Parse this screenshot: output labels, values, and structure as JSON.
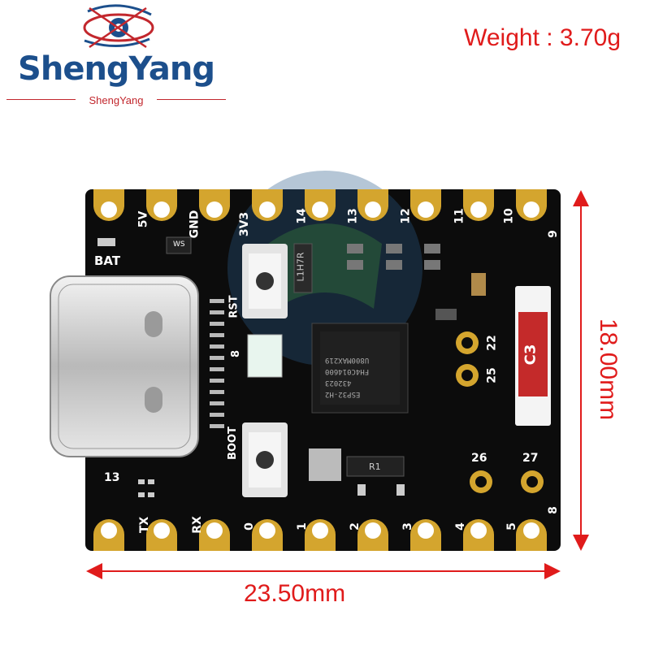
{
  "brand": {
    "name": "ShengYang",
    "subtitle": "ShengYang"
  },
  "weight_label": "Weight : 3.70g",
  "dimensions": {
    "width": "23.50mm",
    "height": "18.00mm"
  },
  "silkscreen": {
    "top_pins": [
      "5V",
      "GND",
      "3V3",
      "14",
      "13",
      "12",
      "11",
      "10"
    ],
    "bottom_pins": [
      "TX",
      "RX",
      "0",
      "1",
      "2",
      "3",
      "4",
      "5"
    ],
    "pin9": "9",
    "pin8": "8",
    "bat": "BAT",
    "rst": "RST",
    "boot": "BOOT",
    "led8": "8",
    "pin13_left": "13",
    "p22": "22",
    "p25": "25",
    "p26": "26",
    "p27": "27",
    "cap": "C3",
    "r1": "R1",
    "ws": "WS",
    "l1": "L1H7R",
    "chip_lines": [
      "ESP32-H2",
      "432023",
      "FH4C014600",
      "U800MAX219"
    ]
  },
  "colors": {
    "pcb": "#0c0c0c",
    "gold": "#d4a52e",
    "red_text": "#e01b1b",
    "brand_blue": "#1c4f8c",
    "brand_red": "#c2272d"
  }
}
